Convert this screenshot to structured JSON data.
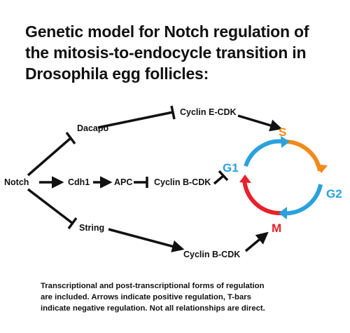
{
  "title": {
    "lines": [
      "Genetic model for Notch regulation of",
      "the mitosis-to-endocycle transition in",
      "Drosophila egg follicles:"
    ]
  },
  "nodes": {
    "notch": "Notch",
    "dacapo": "Dacapo",
    "cdh1": "Cdh1",
    "apc": "APC",
    "cyclin_b_cdk_mid": "Cyclin B-CDK",
    "string": "String",
    "cyclin_e_cdk": "Cyclin E-CDK",
    "cyclin_b_cdk_bottom": "Cyclin B-CDK"
  },
  "cell_cycle": {
    "phases": {
      "s": "S",
      "g2": "G2",
      "m": "M",
      "g1": "G1"
    },
    "colors": {
      "s": "#f28a1c",
      "g2": "#2aa1dc",
      "m": "#e8202a",
      "g1": "#2aa1dc",
      "s_arc": "#f28a1c",
      "g2_arc": "#2aa1dc",
      "m_arc": "#e8202a",
      "g1_arc": "#2aa1dc"
    }
  },
  "caption": {
    "lines": [
      "Transcriptional and post-transcriptional forms of regulation",
      "are included.  Arrows indicate positive regulation, T-bars",
      "indicate negative regulation.  Not all relationships are direct."
    ]
  }
}
